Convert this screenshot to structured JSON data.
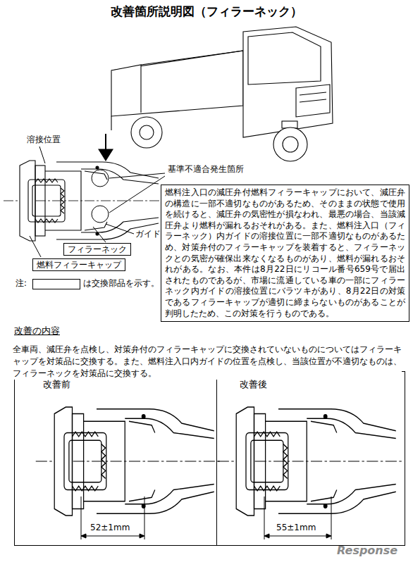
{
  "diagram": {
    "title": "改善箇所説明図（フィラーネック）",
    "nodes": [
      {
        "text": [
          "燃料注入口の減圧弁付燃料フィラーキャップにおいて、減圧弁の構造に一部不適切なものがあるため、そのままの状態で使用を続けると、減圧弁の気密性が損なわれ、最悪の場合、当該減圧弁より燃料が漏れるおそれがある。また、燃料注入口（フィラーネック）内ガイドの溶接位置に一部不適切なものがあるため、対策弁付のフィラーキャップを装着すると、フィラーネックとの気密が確保出来なくなるものがあり、燃料が漏れるおそれがある。なお、本件は8月22日にリコール番号659号で届出されたものであるが、市場に流通している車の一部にフィラーネック内ガイドの溶接位置にバラツキがあり、8月22日の対策であるフィラーキャップが適切に締まらないものがあることが判明したため、この対策を行うものである。"
        ]
      },
      {
        "text": [
          "フィラーネック"
        ]
      },
      {
        "text": [
          "燃料フィラーキャップ"
        ]
      },
      {
        "text": [
          "改善前"
        ]
      },
      {
        "text": [
          "改善後"
        ]
      }
    ],
    "labels": [
      "溶接位置",
      "基準不適合発生箇所",
      "ガイド",
      "注:",
      "改善の内容",
      "全車両、減圧弁を点検し、対策弁付のフィラーキャップに交換されていないものについてはフィラーキャップを対策品に交換する。また、燃料注入口内ガイドの位置を点検し、当該位置が不適切なものは、フィラーネックを対策品に交換する。",
      "52±1mm",
      "55±1mm",
      "Response"
    ],
    "legend": [
      {
        "text": "は交換部品を示す。"
      }
    ]
  }
}
